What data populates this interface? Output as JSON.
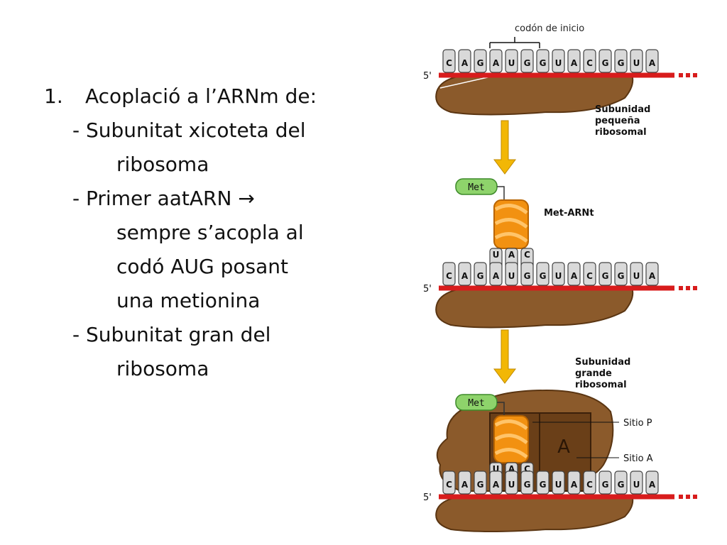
{
  "slide": {
    "item_number": "1.",
    "item_title": "Acoplació a l’ARNm de:",
    "line_small_subunit_1": "- Subunitat xicoteta del",
    "line_small_subunit_2": "ribosoma",
    "line_trna_1": "- Primer aatARN",
    "line_trna_arrow": "→",
    "line_trna_2": "sempre s’acopla al",
    "line_trna_3": "codó AUG posant",
    "line_trna_4": "una metionina",
    "line_large_subunit_1": "- Subunitat gran del",
    "line_large_subunit_2": "ribosoma"
  },
  "diagram": {
    "codon_label": "codón de inicio",
    "five_prime": "5'",
    "mrna_bases": [
      "C",
      "A",
      "G",
      "A",
      "U",
      "G",
      "G",
      "U",
      "A",
      "C",
      "G",
      "G",
      "U",
      "A"
    ],
    "anticodon_bases": [
      "U",
      "A",
      "C"
    ],
    "small_subunit_label": [
      "Subunidad",
      "pequeña",
      "ribosomal"
    ],
    "met_label": "Met",
    "met_trna_label": "Met-ARNt",
    "large_subunit_label": [
      "Subunidad",
      "grande",
      "ribosomal"
    ],
    "site_p_label": "Sitio P",
    "site_a_label": "Sitio A",
    "site_a_letter": "A",
    "colors": {
      "ribosome": "#8b5a2b",
      "ribosome_dark": "#5a3512",
      "mrna_line": "#d81c1c",
      "arrow": "#f2b705",
      "trna": "#f29111",
      "met_fill": "#8ed36b",
      "base_fill": "#d9d9d9"
    }
  }
}
